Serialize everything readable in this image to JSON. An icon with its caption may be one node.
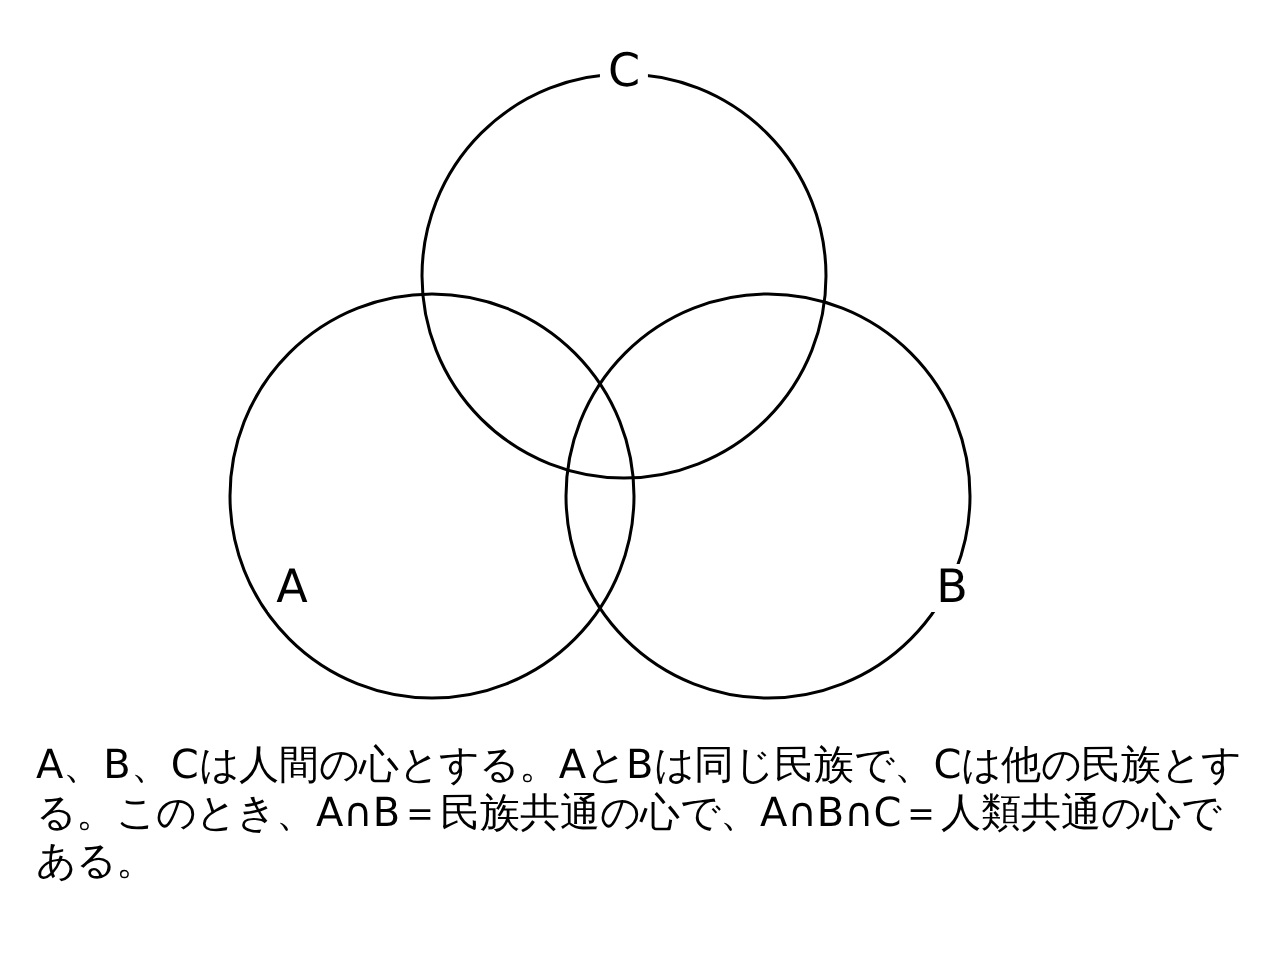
{
  "diagram": {
    "caption": "A、B、Cは人間の心とする。AとBは同じ民族で、Cは他の民族とする。このとき、A∩B＝民族共通の心で、A∩B∩C＝人類共通の心である。",
    "nodes": [
      {
        "text": [
          "C"
        ]
      },
      {
        "text": [
          "A"
        ]
      },
      {
        "text": [
          "B"
        ]
      }
    ]
  }
}
